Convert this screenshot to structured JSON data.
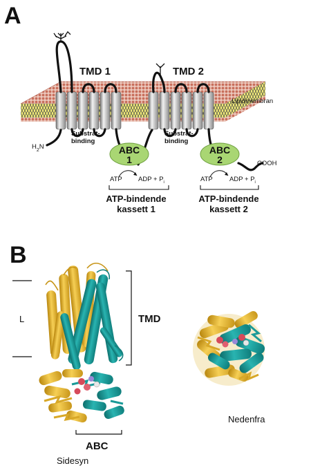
{
  "panel_a": {
    "letter": "A",
    "tmd1": "TMD 1",
    "tmd2": "TMD 2",
    "membrane": "Lipidmembran",
    "n_term": "H",
    "n_term_sub": "2",
    "n_term_end": "N",
    "c_term": "COOH",
    "substrate1_l1": "Substrat-",
    "substrate1_l2": "binding",
    "substrate2_l1": "Substrat-",
    "substrate2_l2": "binding",
    "abc1_l1": "ABC",
    "abc1_l2": "1",
    "abc2_l1": "ABC",
    "abc2_l2": "2",
    "atp": "ATP",
    "adp": "ADP + P",
    "pi_sub": "i",
    "cassette1_l1": "ATP-bindende",
    "cassette1_l2": "kassett 1",
    "cassette2_l1": "ATP-bindende",
    "cassette2_l2": "kassett 2"
  },
  "panel_b": {
    "letter": "B",
    "l_label": "L",
    "tmd_label": "TMD",
    "abc_label": "ABC",
    "side_view": "Sidesyn",
    "top_view": "Nedenfra"
  },
  "colors": {
    "membrane_dots": "#d08070",
    "lipid_tails": "#e8e060",
    "helix": "#c8c8c8",
    "abc_domain": "#a8d870",
    "gold": "#e8b838",
    "teal": "#1a9a98"
  }
}
